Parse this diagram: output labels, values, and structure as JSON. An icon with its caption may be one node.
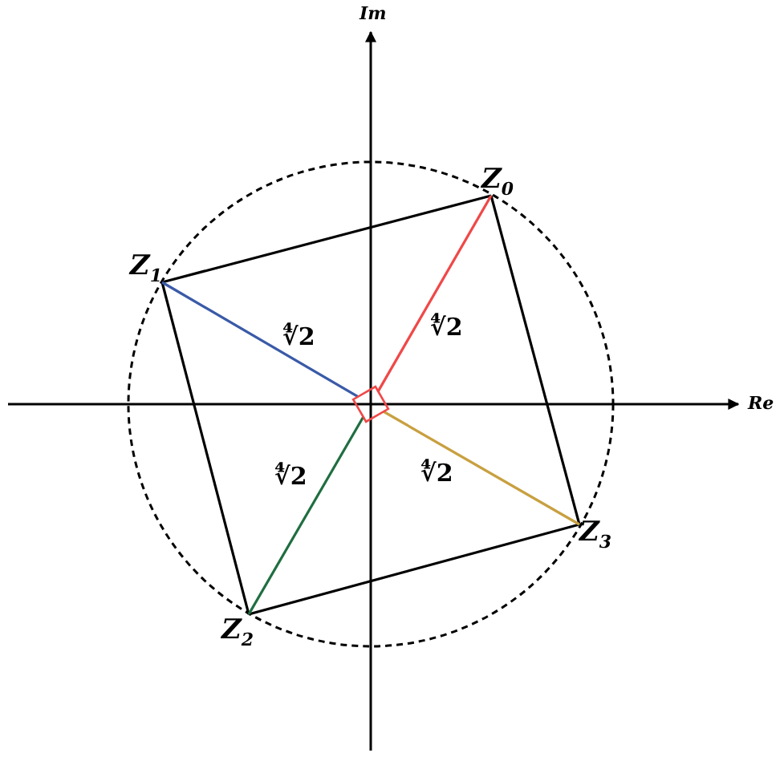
{
  "diagram": {
    "nodes": [
      {
        "text": [
          "Z$_{0}$"
        ]
      },
      {
        "text": [
          "Z$_{1}$"
        ]
      },
      {
        "text": [
          "Z$_{2}$"
        ]
      },
      {
        "text": [
          "Z$_{3}$"
        ]
      },
      {
        "text": [],
        "shape": "box"
      }
    ],
    "edges": [
      {
        "from": 0,
        "to": 1,
        "arrow": "none"
      },
      {
        "from": 1,
        "to": 2,
        "arrow": "none"
      },
      {
        "from": 2,
        "to": 3,
        "arrow": "none"
      },
      {
        "from": 3,
        "to": 0,
        "arrow": "none"
      },
      {
        "from": 4,
        "to": 0,
        "arrow": "none",
        "label": "∜2",
        "color": "#f04848"
      },
      {
        "from": 4,
        "to": 1,
        "arrow": "none",
        "label": "∜2",
        "color": "#3a5aa8"
      },
      {
        "from": 4,
        "to": 2,
        "arrow": "none",
        "label": "∜2",
        "color": "#1f6e40"
      },
      {
        "from": 4,
        "to": 3,
        "arrow": "none",
        "label": "∜2",
        "color": "#c8a040"
      }
    ],
    "labels": [
      "Im",
      "Re"
    ]
  }
}
